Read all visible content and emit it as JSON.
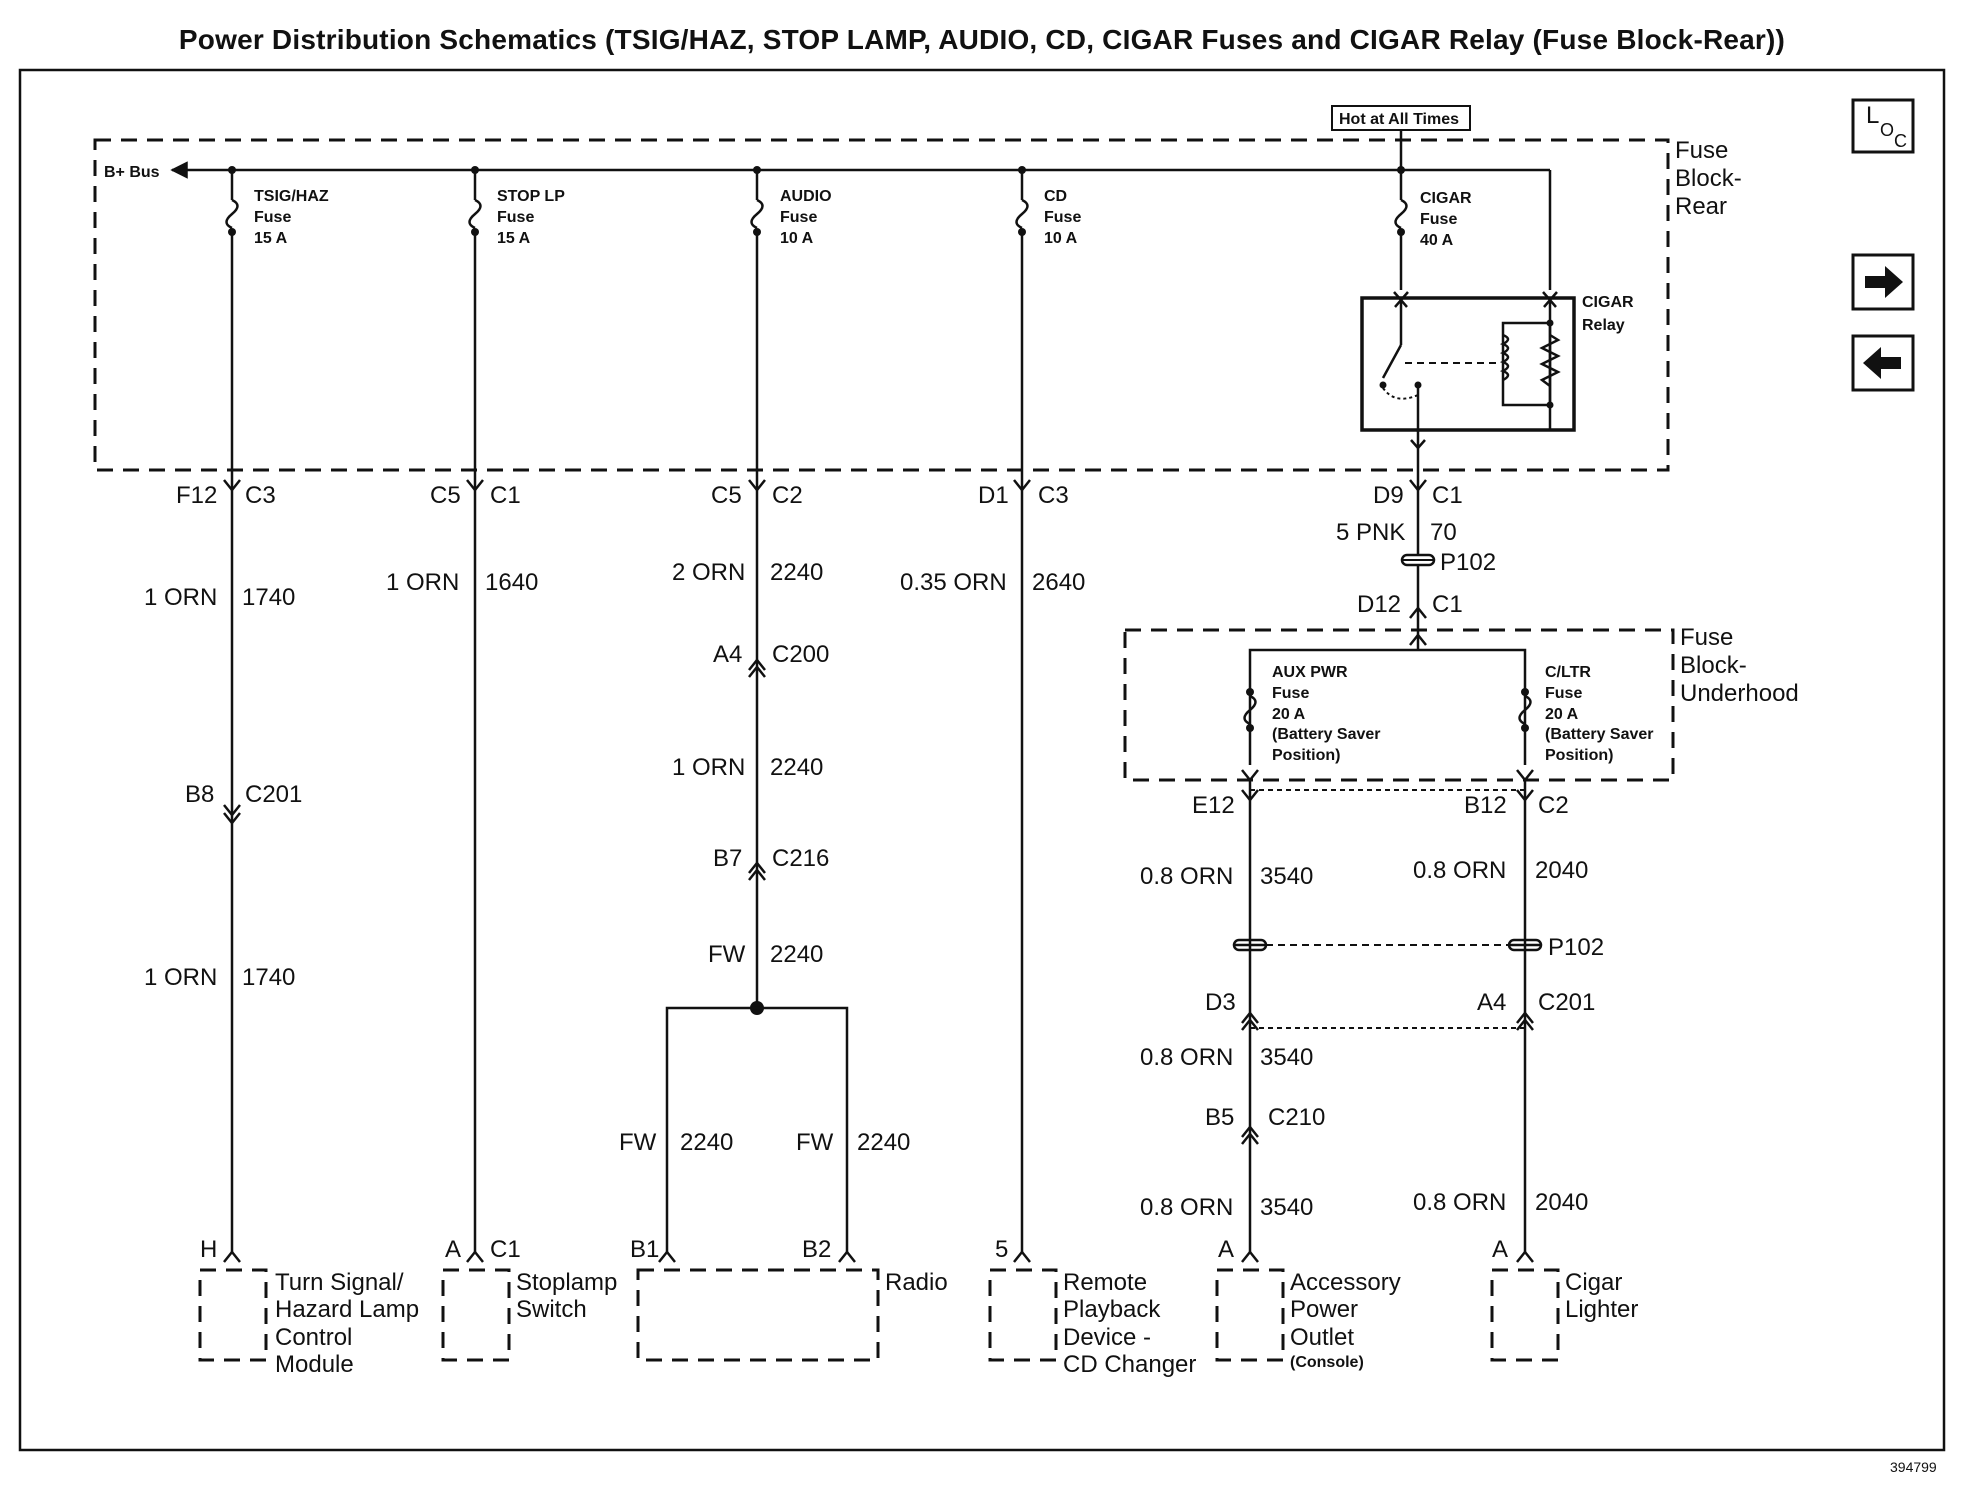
{
  "title": "Power Distribution Schematics (TSIG/HAZ, STOP LAMP, AUDIO, CD, CIGAR Fuses and CIGAR Relay (Fuse Block-Rear))",
  "figure_id": "394799",
  "nav": {
    "loc_top": "L",
    "loc_sub1": "O",
    "loc_sub2": "C"
  },
  "hot_label": "Hot at All Times",
  "bplus_label": "B+ Bus",
  "fuse_block_rear": [
    "Fuse",
    "Block-",
    "Rear"
  ],
  "fuse_block_underhood": [
    "Fuse",
    "Block-",
    "Underhood"
  ],
  "fuses": [
    {
      "name": "TSIG/HAZ",
      "l2": "Fuse",
      "rating": "15 A"
    },
    {
      "name": "STOP LP",
      "l2": "Fuse",
      "rating": "15 A"
    },
    {
      "name": "AUDIO",
      "l2": "Fuse",
      "rating": "10 A"
    },
    {
      "name": "CD",
      "l2": "Fuse",
      "rating": "10 A"
    },
    {
      "name": "CIGAR",
      "l2": "Fuse",
      "rating": "40 A"
    }
  ],
  "relay": [
    "CIGAR",
    "Relay"
  ],
  "uh_fuses": [
    {
      "lines": [
        "AUX PWR",
        "Fuse",
        "20 A",
        "(Battery Saver",
        "Position)"
      ]
    },
    {
      "lines": [
        "C/LTR",
        "Fuse",
        "20 A",
        "(Battery Saver",
        "Position)"
      ]
    }
  ],
  "connectors": {
    "f12": "F12",
    "c3a": "C3",
    "c5a": "C5",
    "c1a": "C1",
    "c5b": "C5",
    "c2a": "C2",
    "d1": "D1",
    "c3b": "C3",
    "d9": "D9",
    "c1b": "C1",
    "d12": "D12",
    "c1c": "C1",
    "a4a": "A4",
    "c200": "C200",
    "b8": "B8",
    "c201a": "C201",
    "b7": "B7",
    "c216": "C216",
    "e12": "E12",
    "b12": "B12",
    "c2b": "C2",
    "p102a": "P102",
    "p102b": "P102",
    "d3": "D3",
    "a4b": "A4",
    "c201b": "C201",
    "b5": "B5",
    "c210": "C210",
    "h": "H",
    "a1": "A",
    "c1d": "C1",
    "b1": "B1",
    "b2": "B2",
    "five": "5",
    "a2": "A",
    "a3": "A"
  },
  "wires": {
    "w1a_size": "1 ORN",
    "w1a_num": "1740",
    "w1b_size": "1 ORN",
    "w1b_num": "1740",
    "w2_size": "1 ORN",
    "w2_num": "1640",
    "w3a_size": "2 ORN",
    "w3a_num": "2240",
    "w3b_size": "1 ORN",
    "w3b_num": "2240",
    "w3c_size": "FW",
    "w3c_num": "2240",
    "w3d_size": "FW",
    "w3d_num": "2240",
    "w3e_size": "FW",
    "w3e_num": "2240",
    "w4_size": "0.35 ORN",
    "w4_num": "2640",
    "w5_size": "5 PNK",
    "w5_num": "70",
    "w6a_size": "0.8 ORN",
    "w6a_num": "3540",
    "w6b_size": "0.8 ORN",
    "w6b_num": "3540",
    "w6c_size": "0.8 ORN",
    "w6c_num": "3540",
    "w7a_size": "0.8 ORN",
    "w7a_num": "2040",
    "w7b_size": "0.8 ORN",
    "w7b_num": "2040"
  },
  "components": {
    "turn_signal": [
      "Turn Signal/",
      "Hazard Lamp",
      "Control",
      "Module"
    ],
    "stoplamp": [
      "Stoplamp",
      "Switch"
    ],
    "radio": [
      "Radio"
    ],
    "remote": [
      "Remote",
      "Playback",
      "Device -",
      "CD Changer"
    ],
    "accessory": [
      "Accessory",
      "Power",
      "Outlet",
      "(Console)"
    ],
    "cigar": [
      "Cigar",
      "Lighter"
    ]
  },
  "colors": {
    "ink": "#111111",
    "background": "#ffffff"
  }
}
